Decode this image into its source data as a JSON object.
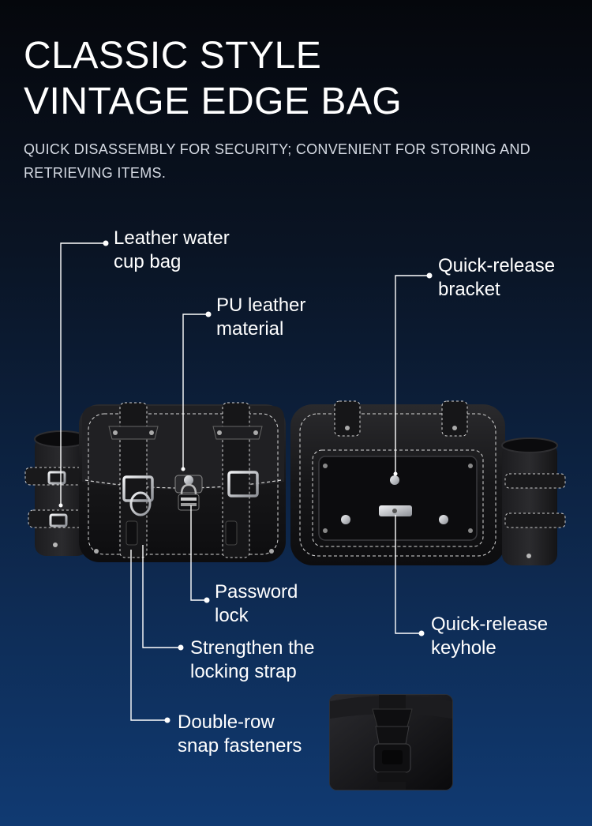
{
  "header": {
    "title_line1": "CLASSIC STYLE",
    "title_line2": "VINTAGE EDGE BAG",
    "subtitle": "QUICK DISASSEMBLY FOR SECURITY; CONVENIENT FOR STORING AND RETRIEVING ITEMS."
  },
  "callouts": {
    "water_cup": [
      "Leather water",
      "cup bag"
    ],
    "pu_leather": [
      "PU leather",
      "material"
    ],
    "password_lock": [
      "Password",
      "lock"
    ],
    "strap": [
      "Strengthen the",
      "locking strap"
    ],
    "snap": [
      "Double-row",
      "snap fasteners"
    ],
    "bracket": [
      "Quick-release",
      "bracket"
    ],
    "keyhole": [
      "Quick-release",
      "keyhole"
    ]
  },
  "colors": {
    "leather": "#1a1a1c",
    "stitch": "#d8d8d8",
    "metal": "#c9ccd1",
    "leader_line": "#ffffff"
  }
}
